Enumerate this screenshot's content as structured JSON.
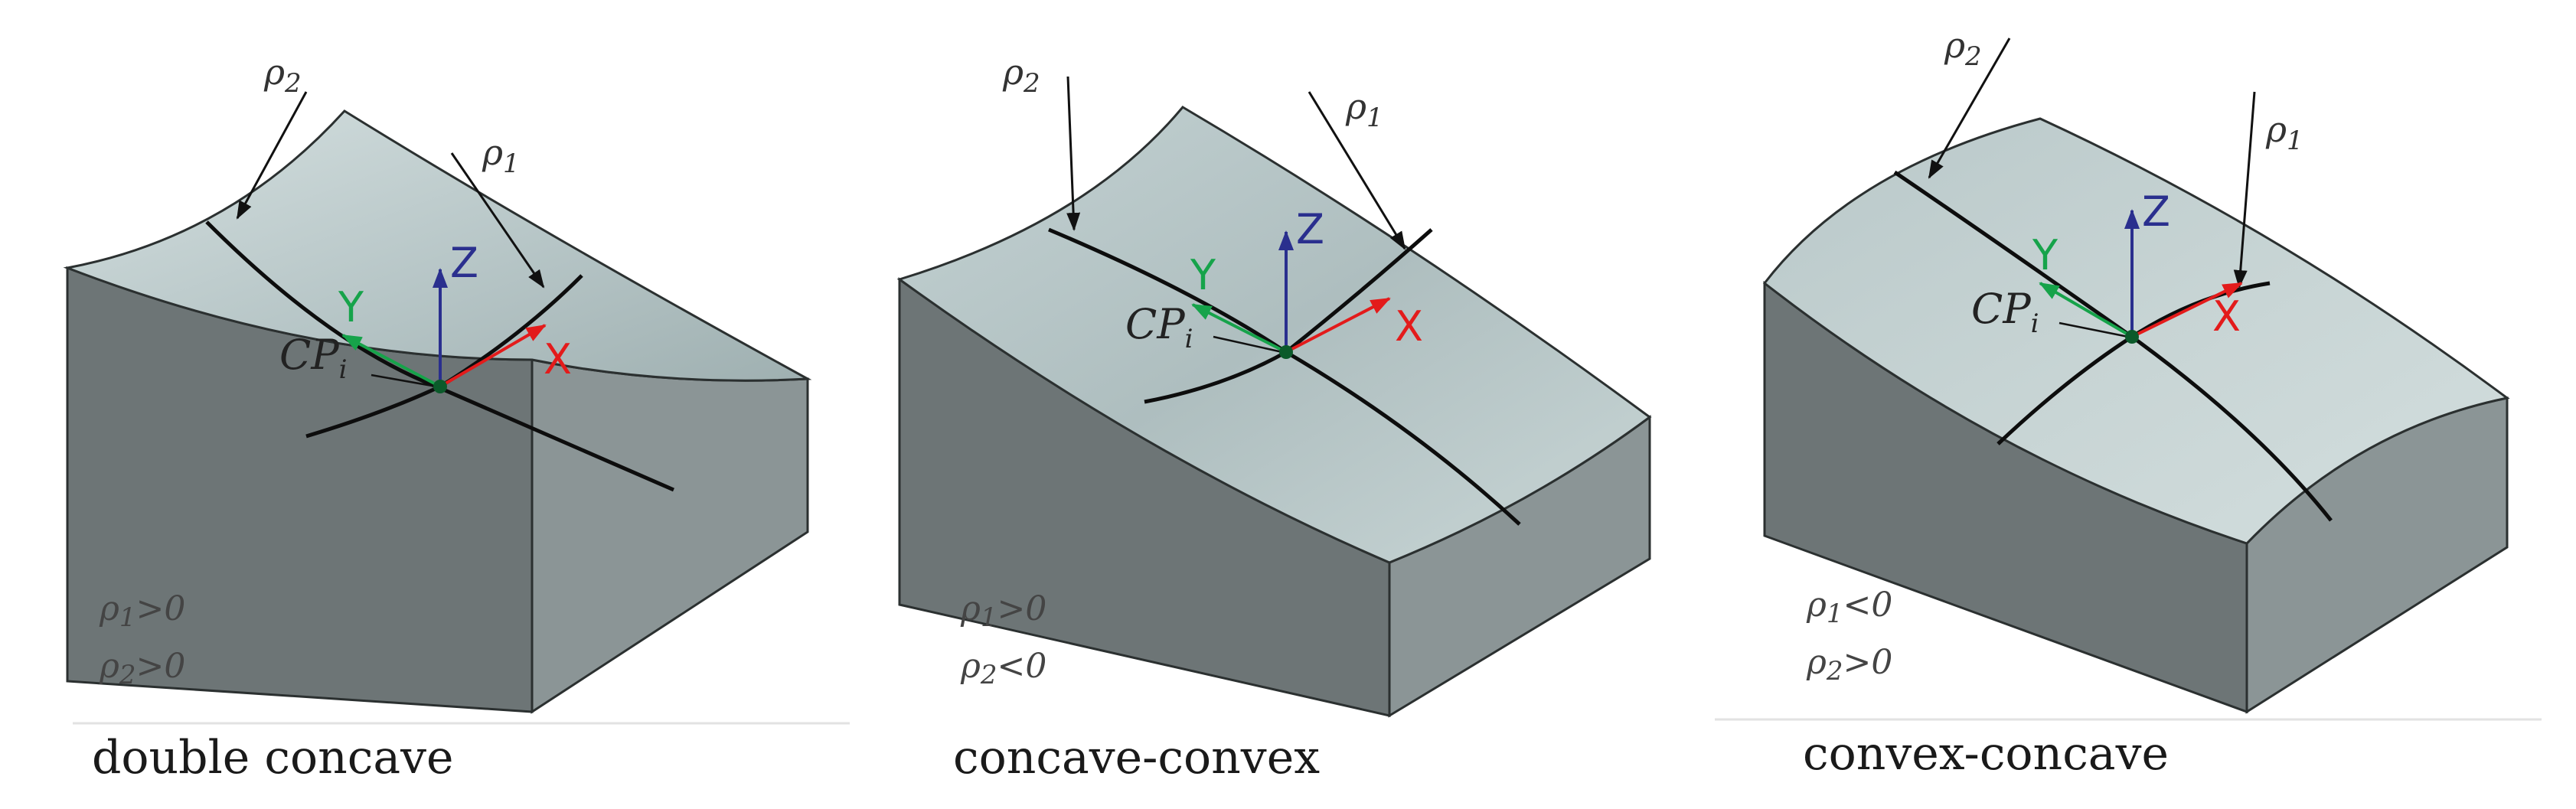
{
  "colors": {
    "top_light": "#cfdcdc",
    "top_dark": "#a4b4b5",
    "front_face": "#6d7576",
    "side_face": "#8b9596",
    "edge": "#2b3030",
    "curve": "#0d0d0d",
    "axis_x": "#e31b1b",
    "axis_y": "#16a34a",
    "axis_z": "#2a2f8e",
    "contact_point": "#0b5a2a"
  },
  "axes": {
    "x_label": "X",
    "y_label": "Y",
    "z_label": "Z"
  },
  "contact_point_label": {
    "main": "CP",
    "subscript": "i"
  },
  "radii": {
    "rho1_base": "ρ",
    "rho1_sub": "1",
    "rho2_base": "ρ",
    "rho2_sub": "2"
  },
  "surfaces": [
    {
      "caption": "double concave",
      "condition_1": ">0",
      "condition_2": ">0"
    },
    {
      "caption": "concave-convex",
      "condition_1": ">0",
      "condition_2": "<0"
    },
    {
      "caption": "convex-concave",
      "condition_1": "<0",
      "condition_2": ">0"
    }
  ]
}
